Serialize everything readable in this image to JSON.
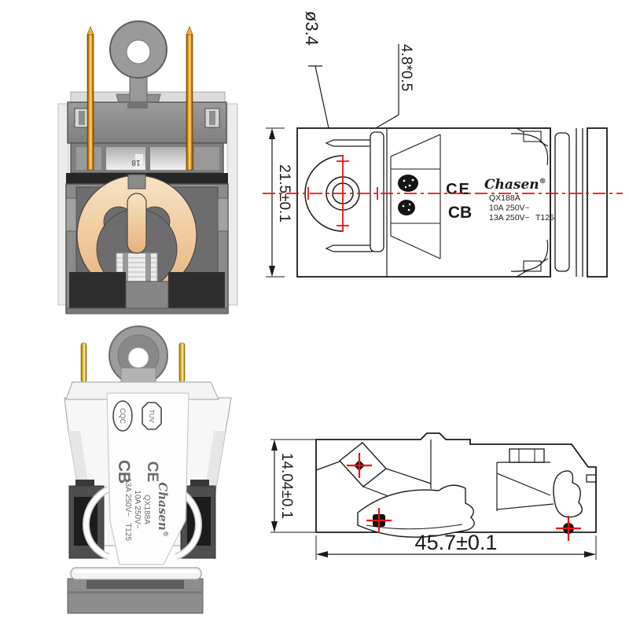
{
  "render_top": {
    "marking": "18"
  },
  "drawing_top": {
    "height_dim": "21.5±0.1",
    "hole_dia": "ø3.4",
    "terminal_dim": "4.8*0.5",
    "ce": "CE",
    "cb": "CB",
    "brand": "Chasen",
    "reg": "®",
    "model": "QX188A",
    "rating1": "10A 250V~",
    "rating2": "13A 250V~",
    "temp": "T125"
  },
  "render_bottom": {
    "logo_cqc": "CQC",
    "logo_tuv": "TUV",
    "cb": "CB",
    "ce": "CE",
    "brand": "Chasen",
    "reg": "®",
    "model": "QX188A",
    "rating1": "10A 250V~",
    "rating2": "13A 250V~",
    "temp": "T125"
  },
  "drawing_bottom": {
    "height_dim": "14.04±0.1",
    "width_dim": "45.7±0.1"
  },
  "colors": {
    "centerline_red": "#f01010",
    "drawing_line": "#1b1b1b",
    "pin_orange": "#f5a31c",
    "pin_gold": "#f0c233",
    "disc_copper": "#eab77f"
  }
}
